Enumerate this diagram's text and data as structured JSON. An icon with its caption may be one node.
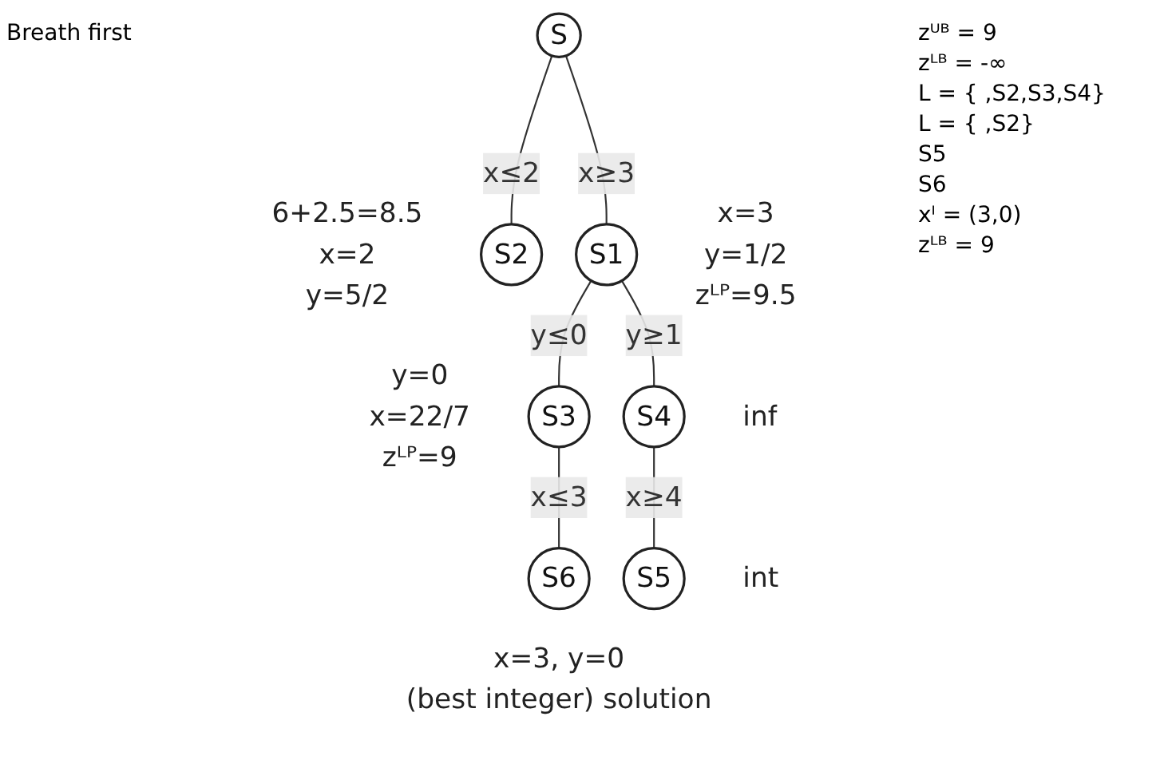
{
  "diagram": {
    "nodes": [
      {
        "text": [
          "S"
        ]
      },
      {
        "text": [
          "S2"
        ],
        "beside": [
          "6+2.5=8.5",
          "x=2",
          "y=5/2"
        ]
      },
      {
        "text": [
          "S1"
        ],
        "beside": [
          "x=3",
          "y=1/2",
          "zᴸᴾ=9.5"
        ]
      },
      {
        "text": [
          "S3"
        ],
        "beside": [
          "y=0",
          "x=22/7",
          "zᴸᴾ=9"
        ]
      },
      {
        "text": [
          "S4"
        ],
        "beside": [
          "inf"
        ]
      },
      {
        "text": [
          "S6"
        ],
        "beside": [
          "x=3, y=0",
          "(best integer) solution"
        ]
      },
      {
        "text": [
          "S5"
        ],
        "beside": [
          "int"
        ]
      }
    ],
    "edges": [
      {
        "from": 0,
        "to": 1,
        "arrow": "none",
        "label": "x≤2"
      },
      {
        "from": 0,
        "to": 2,
        "arrow": "none",
        "label": "x≥3"
      },
      {
        "from": 2,
        "to": 3,
        "arrow": "none",
        "label": "y≤0"
      },
      {
        "from": 2,
        "to": 4,
        "arrow": "none",
        "label": "y≥1"
      },
      {
        "from": 3,
        "to": 5,
        "arrow": "none",
        "label": "x≤3"
      },
      {
        "from": 4,
        "to": 6,
        "arrow": "none",
        "label": "x≥4"
      }
    ],
    "labels": [
      "Breath first",
      "zᵁᴮ = 9",
      "zᴸᴮ = -∞",
      "L = { ,S2,S3,S4}",
      "L = { ,S2}",
      "S5",
      "S6",
      "xᴵ = (3,0)",
      "zᴸᴮ = 9"
    ]
  }
}
